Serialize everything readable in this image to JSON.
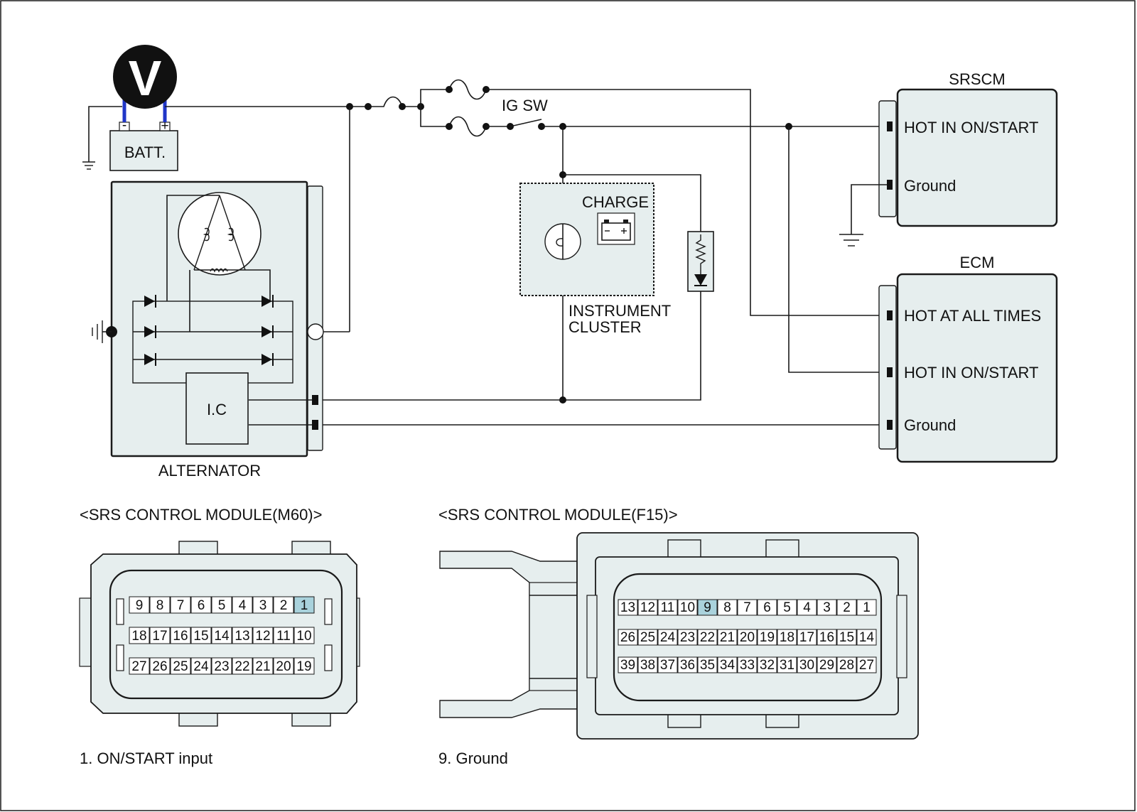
{
  "meter": {
    "symbol": "V",
    "probe_color": "#2036c8"
  },
  "battery": {
    "label": "BATT.",
    "neg": "-",
    "pos": "+"
  },
  "alternator": {
    "label": "ALTERNATOR",
    "ic_label": "I.C"
  },
  "switch": {
    "label": "IG SW"
  },
  "cluster": {
    "title_line1": "INSTRUMENT",
    "title_line2": "CLUSTER",
    "lamp_label": "CHARGE"
  },
  "srscm": {
    "title": "SRSCM",
    "pins": [
      "HOT IN ON/START",
      "Ground"
    ]
  },
  "ecm": {
    "title": "ECM",
    "pins": [
      "HOT AT ALL TIMES",
      "HOT IN ON/START",
      "Ground"
    ]
  },
  "connector_m60": {
    "title": "<SRS CONTROL MODULE(M60)>",
    "rows": [
      [
        "9",
        "8",
        "7",
        "6",
        "5",
        "4",
        "3",
        "2",
        "1"
      ],
      [
        "18",
        "17",
        "16",
        "15",
        "14",
        "13",
        "12",
        "11",
        "10"
      ],
      [
        "27",
        "26",
        "25",
        "24",
        "23",
        "22",
        "21",
        "20",
        "19"
      ]
    ],
    "highlight": "1",
    "highlight_color": "#a9d2dc",
    "note": "1. ON/START input"
  },
  "connector_f15": {
    "title": "<SRS CONTROL MODULE(F15)>",
    "rows": [
      [
        "13",
        "12",
        "11",
        "10",
        "9",
        "8",
        "7",
        "6",
        "5",
        "4",
        "3",
        "2",
        "1"
      ],
      [
        "26",
        "25",
        "24",
        "23",
        "22",
        "21",
        "20",
        "19",
        "18",
        "17",
        "16",
        "15",
        "14"
      ],
      [
        "39",
        "38",
        "37",
        "36",
        "35",
        "34",
        "33",
        "32",
        "31",
        "30",
        "29",
        "28",
        "27"
      ]
    ],
    "highlight": "9",
    "highlight_color": "#a9d2dc",
    "note": "9. Ground"
  }
}
